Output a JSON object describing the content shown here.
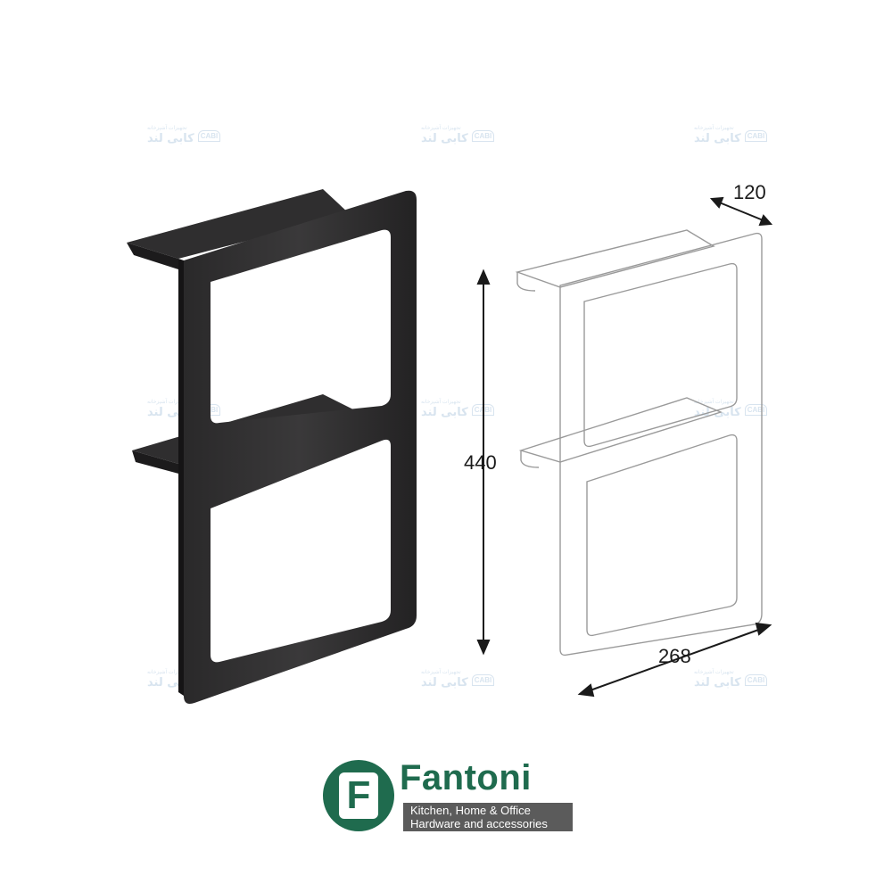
{
  "watermark": {
    "main_text": "کابی لند",
    "sub_text": "تجهیزات آشپزخانه",
    "badge_text": "CABI"
  },
  "dimensions": {
    "depth": "120",
    "height": "440",
    "width": "268"
  },
  "brand": {
    "letter": "F",
    "name": "Fantoni",
    "tagline_1": "Kitchen, Home & Office",
    "tagline_2": "Hardware and accessories",
    "color": "#1f6b4e",
    "bar_color": "#5b5b5b"
  },
  "colors": {
    "product_dark": "#2b2a2b",
    "outline": "#9a9a9a",
    "arrow": "#1a1a1a"
  }
}
